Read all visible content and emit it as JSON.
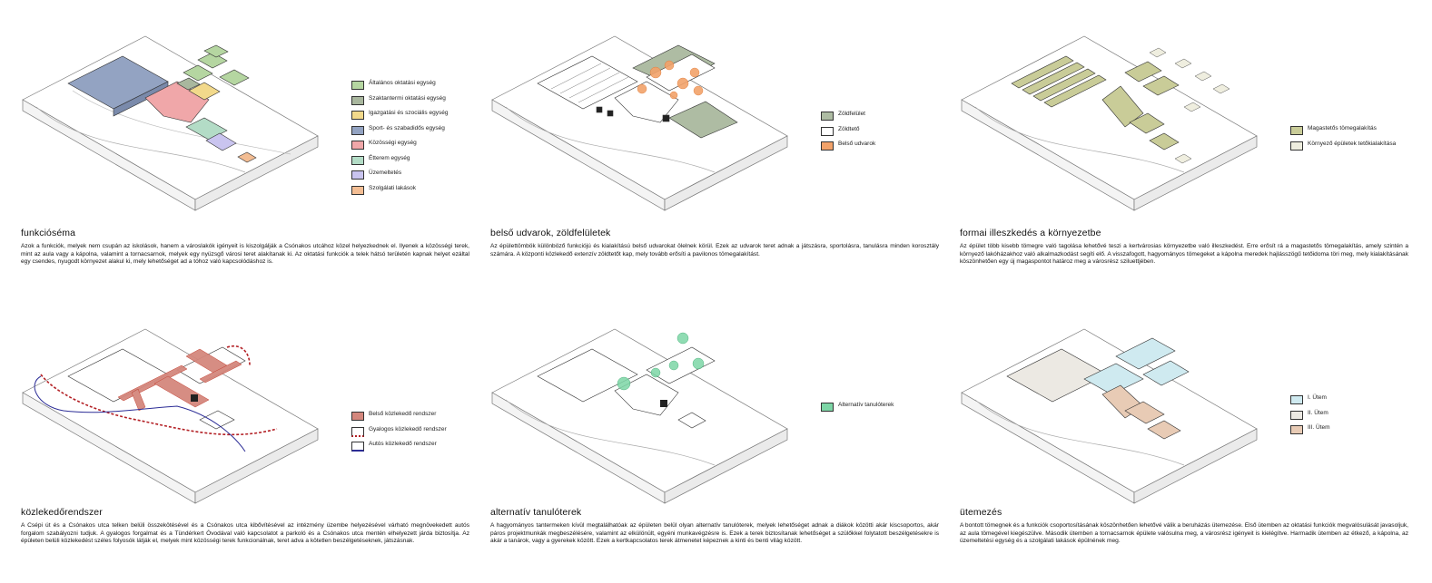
{
  "colors": {
    "general_edu": "#b5d6a1",
    "special_edu": "#a9b79e",
    "admin": "#f2d98b",
    "sport": "#93a3c2",
    "community": "#f0a7a9",
    "dining": "#b3dcc6",
    "operation": "#c9c4ef",
    "staff_housing": "#f3bd93",
    "green": "#aebca3",
    "green_roof": "#ffffff",
    "courtyard": "#f2a26a",
    "pitched": "#c9cc98",
    "surrounding_roof": "#efeedf",
    "internal_route": "#d4877d",
    "pedestrian_route": "#b32025",
    "car_route": "#2c2d96",
    "alt_learning": "#7dd6a6",
    "phase1": "#cfeaf0",
    "phase2": "#ece9e3",
    "phase3": "#e8cbb5"
  },
  "panels": [
    {
      "heading": "funkcióséma",
      "text": "Azok a funkciók, melyek nem csupán az iskolások, hanem a városlakók igényeit is kiszolgálják a Csónakos utcához közel helyezkednek el. Ilyenek a közösségi terek, mint az aula vagy a kápolna, valamint a tornacsarnok, melyek egy nyüzsgő városi teret alakítanak ki. Az oktatási funkciók a telek hátsó területén kapnak helyet ezáltal egy csendes, nyugodt környezet alakul ki, mely lehetőséget ad a tóhoz való kapcsolódáshoz is.",
      "legend": [
        {
          "label": "Általános oktatási egység",
          "color": "#b5d6a1"
        },
        {
          "label": "Szaktantermi oktatási egység",
          "color": "#a9b79e"
        },
        {
          "label": "Igazgatási és szociális egység",
          "color": "#f2d98b"
        },
        {
          "label": "Sport- és szabadidős egység",
          "color": "#93a3c2"
        },
        {
          "label": "Közösségi egység",
          "color": "#f0a7a9"
        },
        {
          "label": "Étterem egység",
          "color": "#b3dcc6"
        },
        {
          "label": "Üzemeltetés",
          "color": "#c9c4ef"
        },
        {
          "label": "Szolgálati lakások",
          "color": "#f3bd93"
        }
      ]
    },
    {
      "heading": "belső udvarok, zöldfelületek",
      "text": "Az épülettömbök különböző funkciójú és kialakítású belső udvarokat ölelnek körül. Ezek az udvarok teret adnak a játszásra, sportolásra, tanulásra minden korosztály számára. A központi közlekedő extenzív zöldtetőt kap, mely tovább erősíti a pavilonos tömegalakítást.",
      "legend": [
        {
          "label": "Zöldfelület",
          "color": "#aebca3"
        },
        {
          "label": "Zöldtető",
          "color": "#ffffff"
        },
        {
          "label": "Belső udvarok",
          "color": "#f2a26a"
        }
      ]
    },
    {
      "heading": "formai illeszkedés a környezetbe",
      "text": "Az épület több kisebb tömegre való tagolása lehetővé teszi a kertvárosias környezetbe való illeszkedést. Erre erősít rá a magastetős tömegalakítás, amely szintén a környező lakóházakhoz való alkalmazkodást segíti elő. A visszafogott, hagyományos tömegeket a kápolna meredek hajlásszögű tetőidoma töri meg, mely kialakításának köszönhetően egy új magaspontot határoz meg a városrész sziluettjében.",
      "legend": [
        {
          "label": "Magastetős tömegalakítás",
          "color": "#c9cc98"
        },
        {
          "label": "Környező épületek tetőkialakítása",
          "color": "#efeedf"
        }
      ]
    },
    {
      "heading": "közlekedőrendszer",
      "text": "A Csépi út és a Csónakos utca telken belüli összekötésével és a Csónakos utca kibővítésével az intézmény üzembe helyezésével várható megnövekedett autós forgalom szabályozni tudjuk. A gyalogos forgalmat és a Tündérkert Óvodával való kapcsolatot a parkoló és a Csónakos utca mentén elhelyezett járda biztosítja. Az épületen belüli közlekedést széles folyosók látják el, melyek mint közösségi terek funkcionálnak, teret adva a kötetlen beszélgetéseknek, játszásnak.",
      "legend": [
        {
          "label": "Belső közlekedő rendszer",
          "color": "#d4877d"
        },
        {
          "label": "Gyalogos közlekedő rendszer",
          "color": "#b32025"
        },
        {
          "label": "Autós közlekedő rendszer",
          "color": "#2c2d96"
        }
      ]
    },
    {
      "heading": "alternatív tanulóterek",
      "text": "A hagyományos tantermeken kívül megtalálhatóak az épületen belül olyan alternatív tanulóterek, melyek lehetőséget adnak a diákok közötti akár kiscsoportos, akár páros projektmunkák megbeszélésére, valamint az elkülönült, egyéni munkavégzésre is. Ezek a terek biztosítanak lehetőséget a szülőkkel folytatott beszélgetésekre is akár a tanárok, vagy a gyerekek között. Ezek a kertkapcsolatos terek átmenetet képeznek a kinti és benti világ között.",
      "legend": [
        {
          "label": "Alternatív tanulóterek",
          "color": "#7dd6a6"
        }
      ]
    },
    {
      "heading": "ütemezés",
      "text": "A bontott tömegnek és a funkciók csoportosításának köszönhetően lehetővé válik a beruházás ütemezése. Első ütemben az oktatási funkciók megvalósulását javasoljuk, az aula tömegével kiegészülve. Második ütemben a tornacsarnok épülete valósulna meg, a városrész igényeit is kielégítve. Harmadik ütemben az étkező, a kápolna, az üzemeltetési egység és a szolgálati lakások épülnének meg.",
      "legend": [
        {
          "label": "I. Ütem",
          "color": "#cfeaf0"
        },
        {
          "label": "II. Ütem",
          "color": "#ece9e3"
        },
        {
          "label": "III. Ütem",
          "color": "#e8cbb5"
        }
      ]
    }
  ]
}
